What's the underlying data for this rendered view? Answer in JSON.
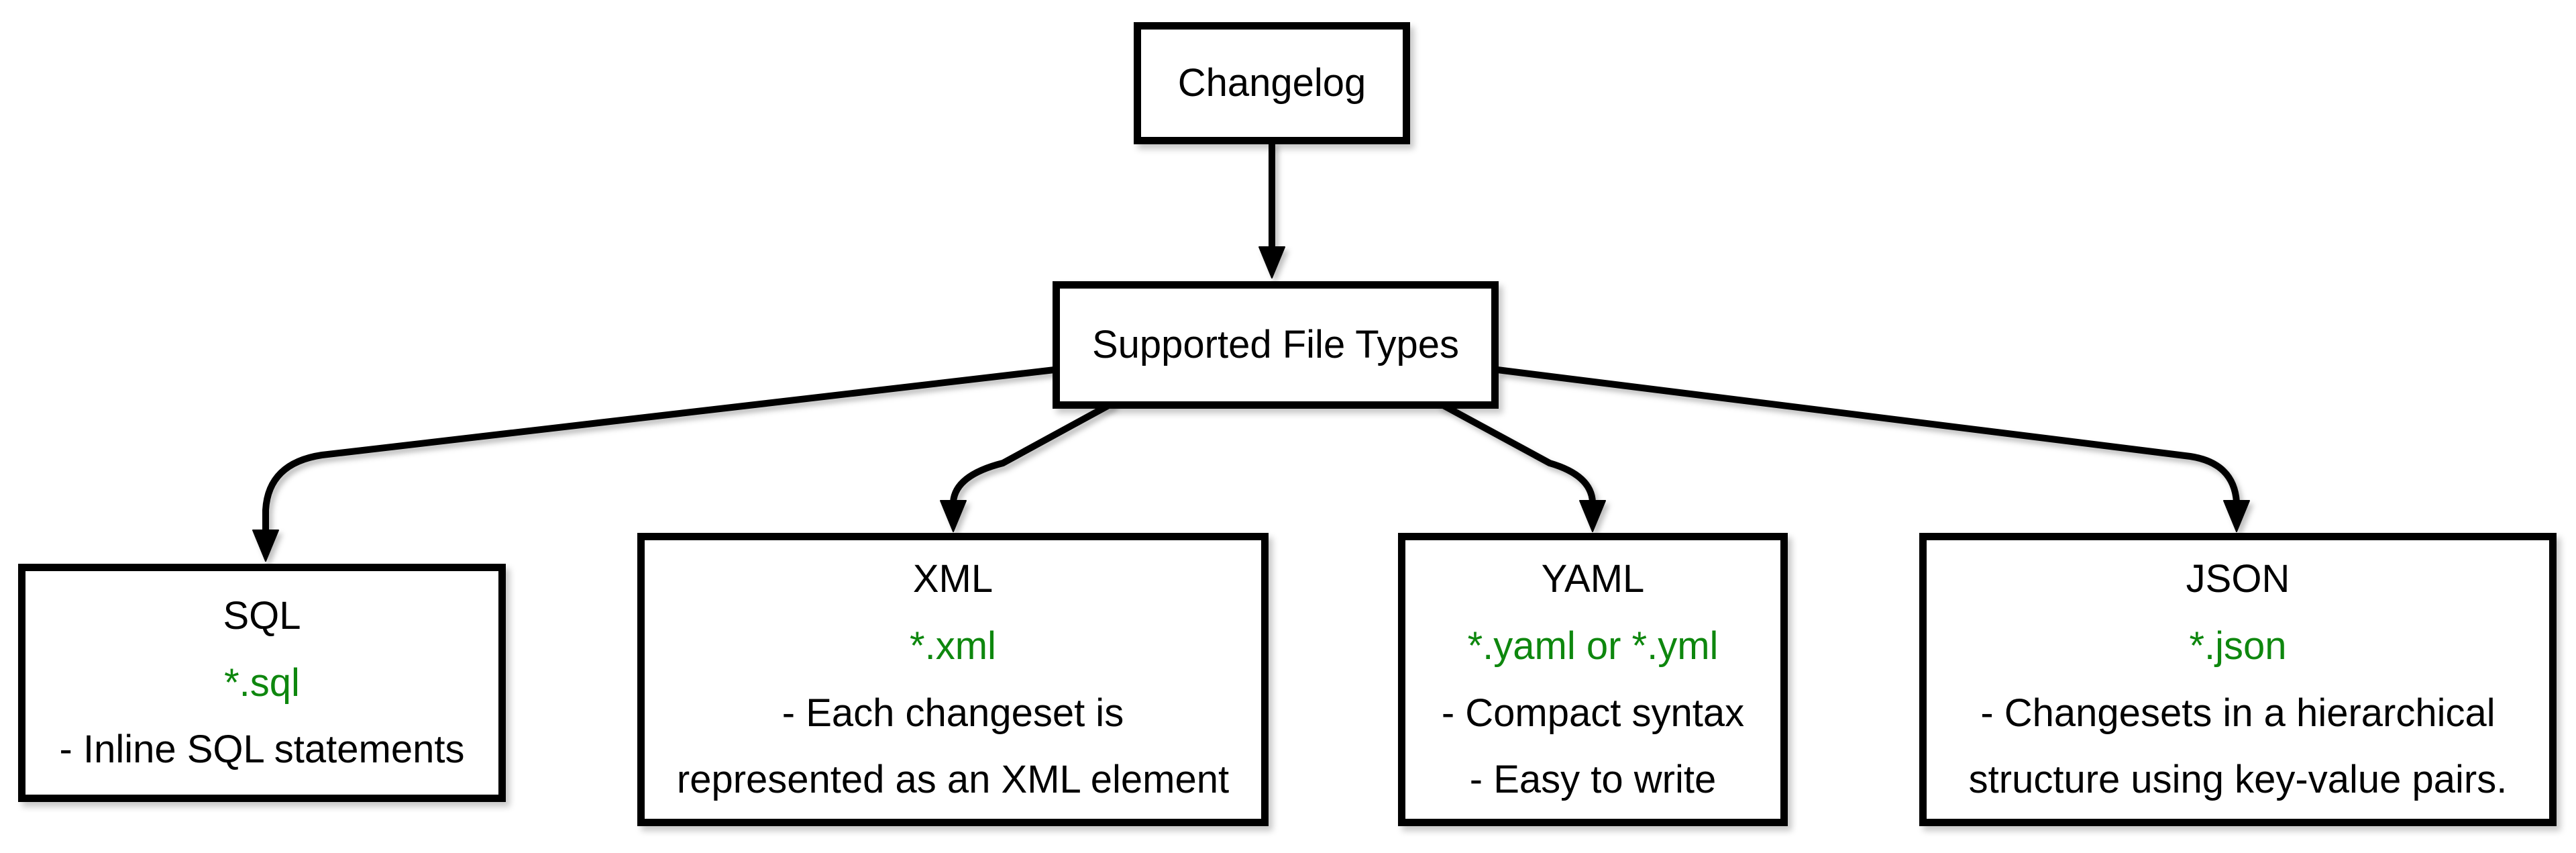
{
  "diagram": {
    "root": {
      "label": "Changelog"
    },
    "hub": {
      "label": "Supported File Types"
    },
    "colors": {
      "accent_green": "#0E870E",
      "line": "#000000",
      "box_fill": "#FFFFFF",
      "text": "#000000"
    },
    "nodes": [
      {
        "id": "sql",
        "title": "SQL",
        "pattern": "*.sql",
        "notes": [
          "- Inline SQL statements"
        ]
      },
      {
        "id": "xml",
        "title": "XML",
        "pattern": "*.xml",
        "notes": [
          "- Each changeset is",
          "represented as an XML element"
        ]
      },
      {
        "id": "yaml",
        "title": "YAML",
        "pattern": "*.yaml or *.yml",
        "notes": [
          "- Compact syntax",
          "- Easy to write"
        ]
      },
      {
        "id": "json",
        "title": "JSON",
        "pattern": "*.json",
        "notes": [
          "- Changesets in a hierarchical",
          "structure using key-value pairs."
        ]
      }
    ],
    "edges": [
      {
        "from": "Changelog",
        "to": "Supported File Types"
      },
      {
        "from": "Supported File Types",
        "to": "SQL"
      },
      {
        "from": "Supported File Types",
        "to": "XML"
      },
      {
        "from": "Supported File Types",
        "to": "YAML"
      },
      {
        "from": "Supported File Types",
        "to": "JSON"
      }
    ]
  }
}
